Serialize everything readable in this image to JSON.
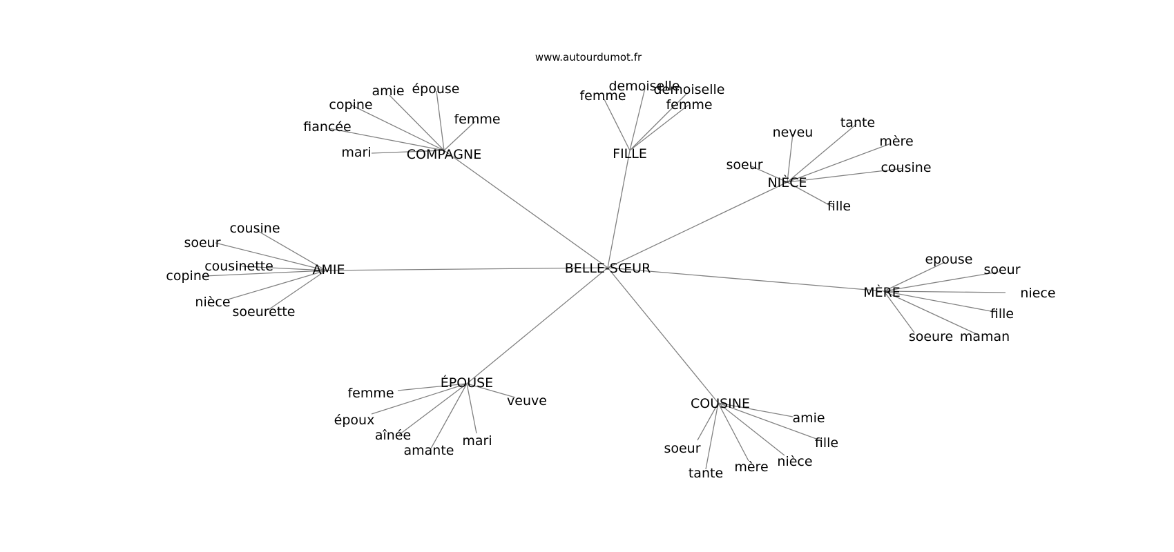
{
  "site": "www.autourdumot.fr",
  "center": "BELLE-SŒUR",
  "clusters": [
    {
      "label": "COMPAGNE",
      "words": [
        "mari",
        "fiancée",
        "copine",
        "amie",
        "épouse",
        "femme"
      ]
    },
    {
      "label": "FILLE",
      "words": [
        "femme",
        "demoiselle",
        "demoiselle",
        "femme"
      ]
    },
    {
      "label": "NIÈCE",
      "words": [
        "soeur",
        "neveu",
        "tante",
        "mère",
        "cousine",
        "fille"
      ]
    },
    {
      "label": "AMIE",
      "words": [
        "cousine",
        "soeur",
        "cousinette",
        "copine",
        "nièce",
        "soeurette"
      ]
    },
    {
      "label": "MÈRE",
      "words": [
        "epouse",
        "soeur",
        "niece",
        "fille",
        "maman",
        "soeure"
      ]
    },
    {
      "label": "ÉPOUSE",
      "words": [
        "femme",
        "époux",
        "aînée",
        "amante",
        "mari",
        "veuve"
      ]
    },
    {
      "label": "COUSINE",
      "words": [
        "amie",
        "fille",
        "nièce",
        "mère",
        "tante",
        "soeur"
      ]
    }
  ]
}
